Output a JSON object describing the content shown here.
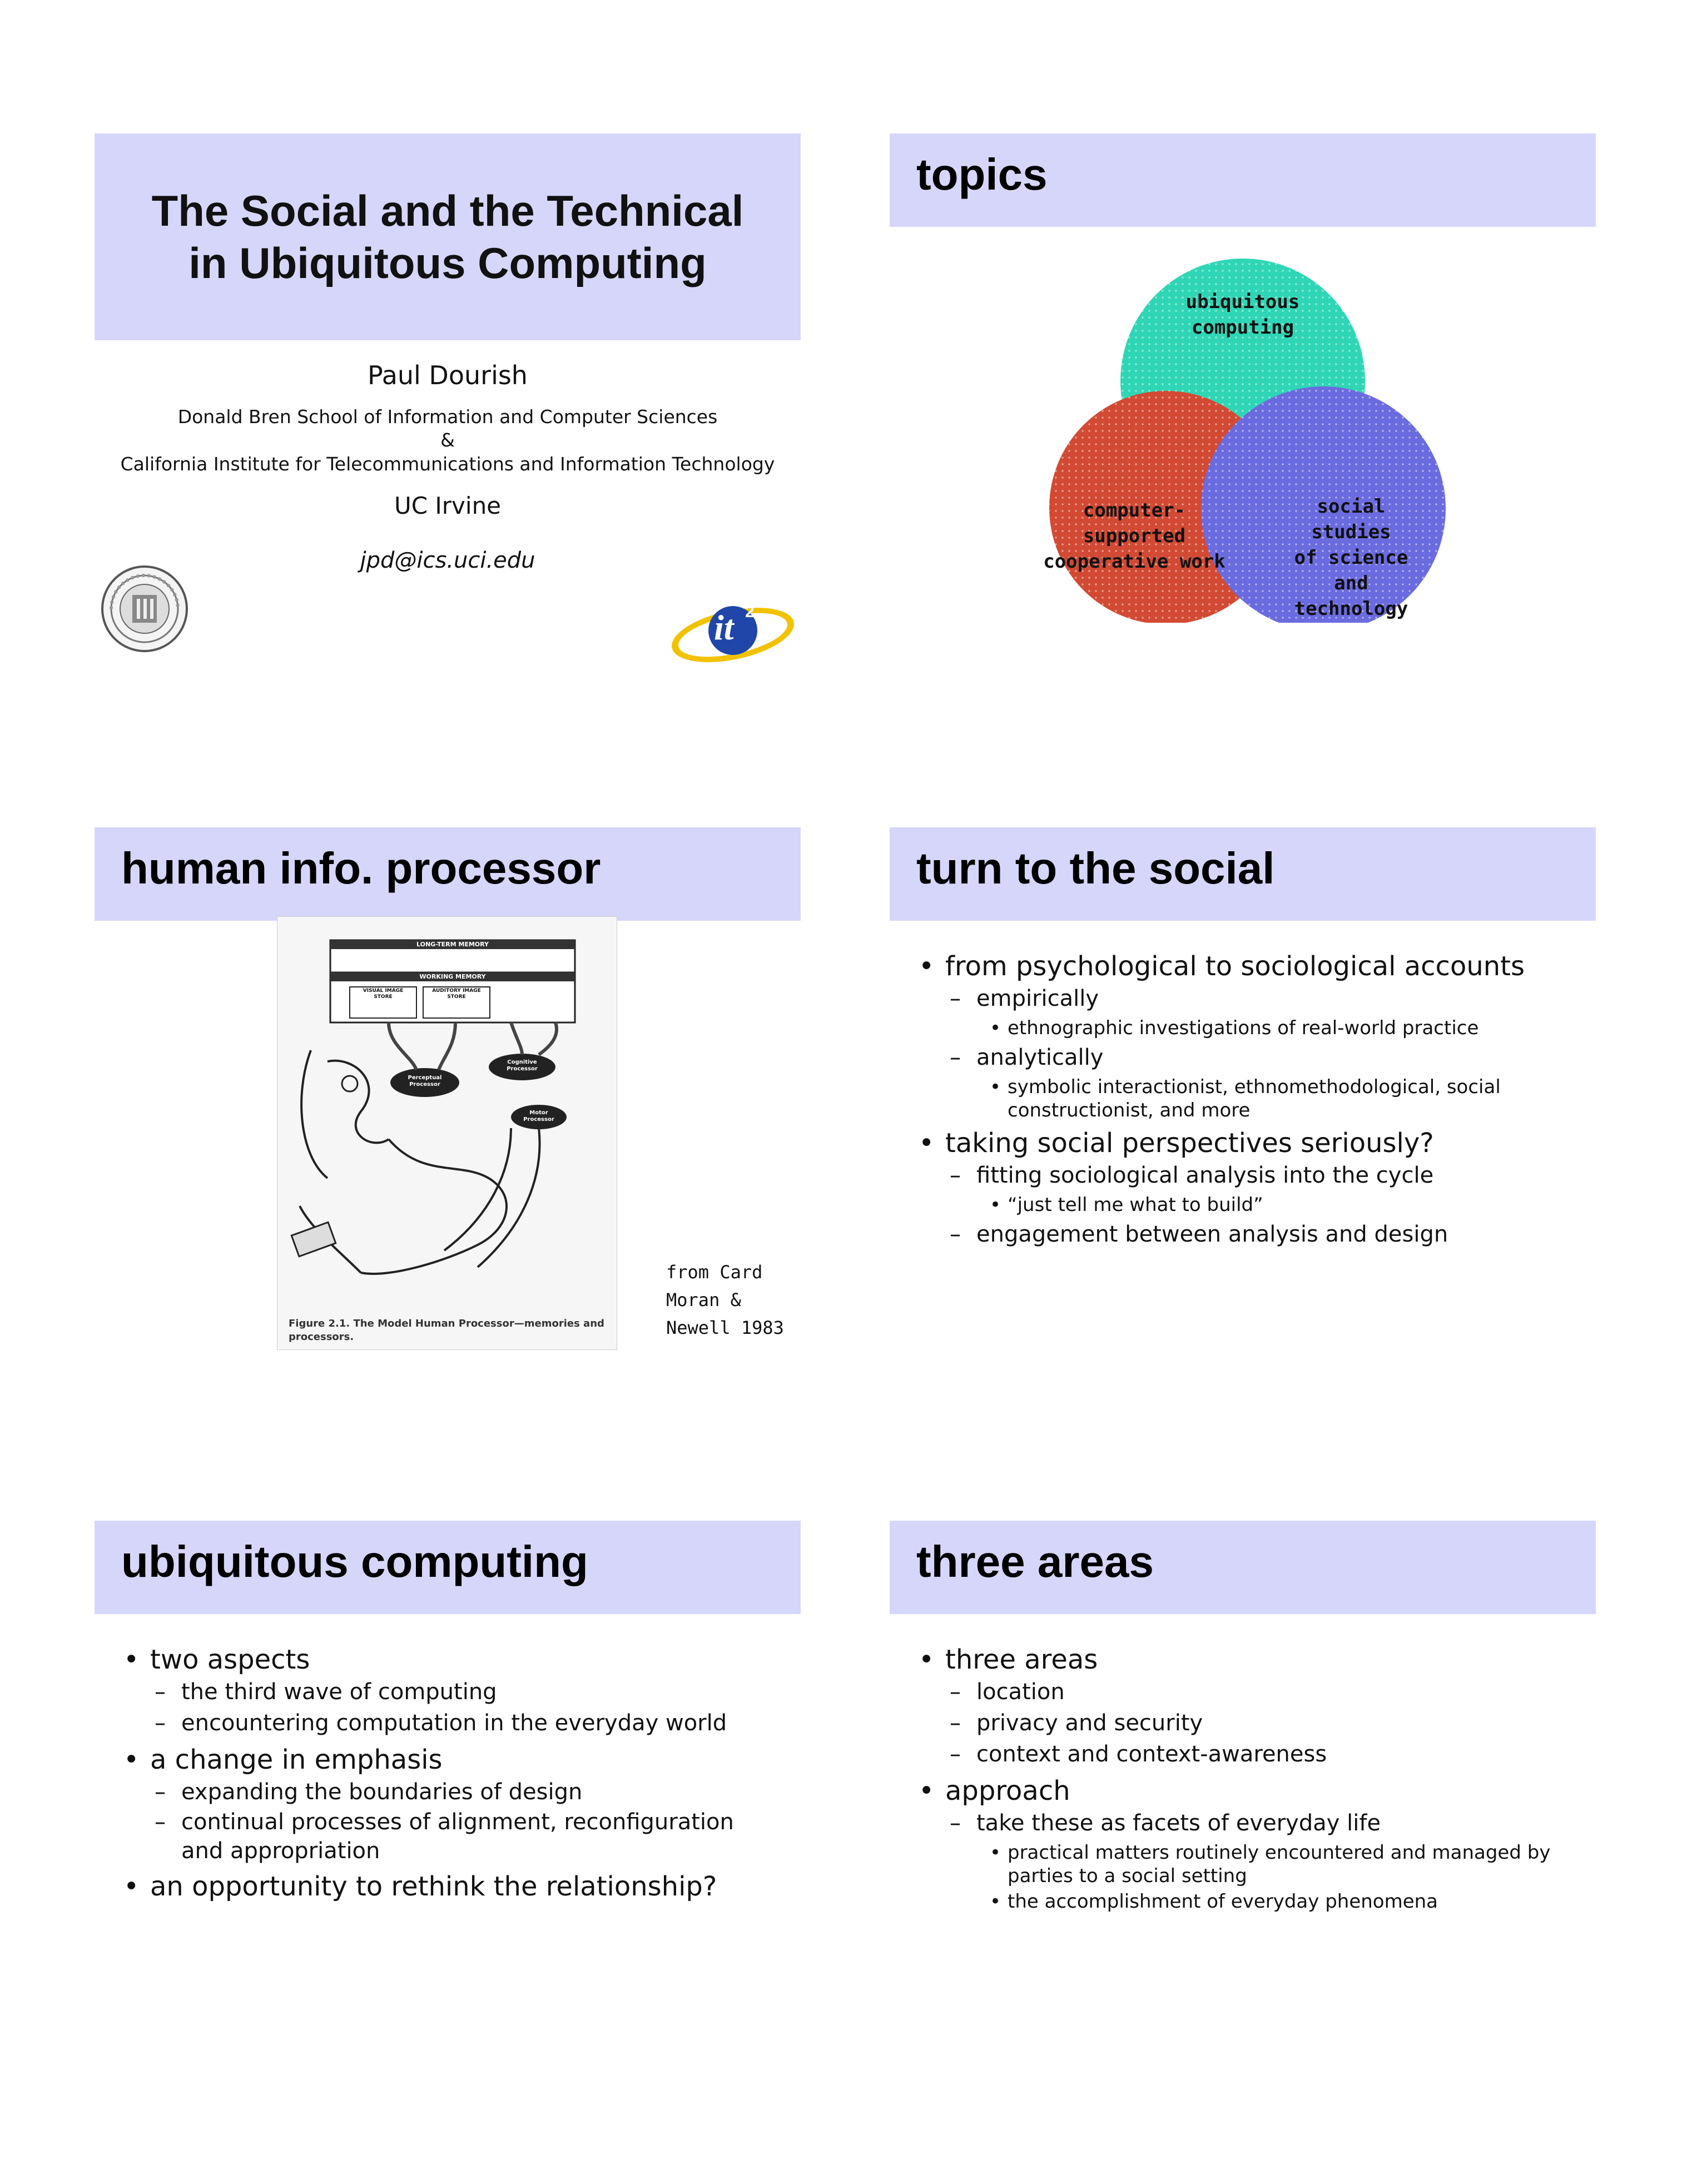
{
  "slide1": {
    "title_line1": "The Social and the Technical",
    "title_line2": "in Ubiquitous Computing",
    "author": "Paul Dourish",
    "affiliation1": "Donald Bren School of Information and Computer Sciences",
    "amp": "&",
    "affiliation2": "California Institute for Telecommunications and Information Technology",
    "university": "UC Irvine",
    "email": "jpd@ics.uci.edu",
    "seal_icon": "university-seal-icon",
    "logo_text": "it",
    "logo_sup": "2"
  },
  "slide2": {
    "title": "topics",
    "venn": {
      "top": "ubiquitous\ncomputing",
      "left": "computer-supported\ncooperative work",
      "right": "social studies\nof science and\ntechnology",
      "colors": {
        "top": "#2fd6b5",
        "left": "#d24a33",
        "right": "#6b6be0"
      }
    }
  },
  "slide3": {
    "title": "human info. processor",
    "figure": {
      "ltm_header": "LONG-TERM MEMORY",
      "wm_header": "WORKING MEMORY",
      "visual_store": "VISUAL IMAGE\nSTORE",
      "auditory_store": "AUDITORY IMAGE\nSTORE",
      "perceptual": "Perceptual\nProcessor",
      "cognitive": "Cognitive\nProcessor",
      "motor": "Motor\nProcessor",
      "caption": "Figure 2.1.   The Model Human Processor—memories and\nprocessors."
    },
    "source": "from Card\nMoran &\nNewell 1983"
  },
  "slide4": {
    "title": "turn to the social",
    "items": [
      "from psychological to sociological accounts",
      "empirically",
      "ethnographic investigations of real-world practice",
      "analytically",
      "symbolic interactionist, ethnomethodological, social\nconstructionist, and more",
      "taking social perspectives seriously?",
      "fitting sociological analysis into the cycle",
      "“just tell me what to build”",
      "engagement between analysis and design"
    ]
  },
  "slide5": {
    "title": "ubiquitous computing",
    "items": [
      "two aspects",
      "the third wave of computing",
      "encountering computation in the everyday world",
      "a change in emphasis",
      "expanding the boundaries of design",
      "continual processes of alignment, reconfiguration\nand appropriation",
      "an opportunity to rethink the relationship?"
    ]
  },
  "slide6": {
    "title": "three areas",
    "items": [
      "three areas",
      "location",
      "privacy and security",
      "context and context-awareness",
      "approach",
      "take these as facets of everyday life",
      "practical matters routinely encountered and managed by\nparties to a social setting",
      "the accomplishment of everyday phenomena"
    ]
  }
}
